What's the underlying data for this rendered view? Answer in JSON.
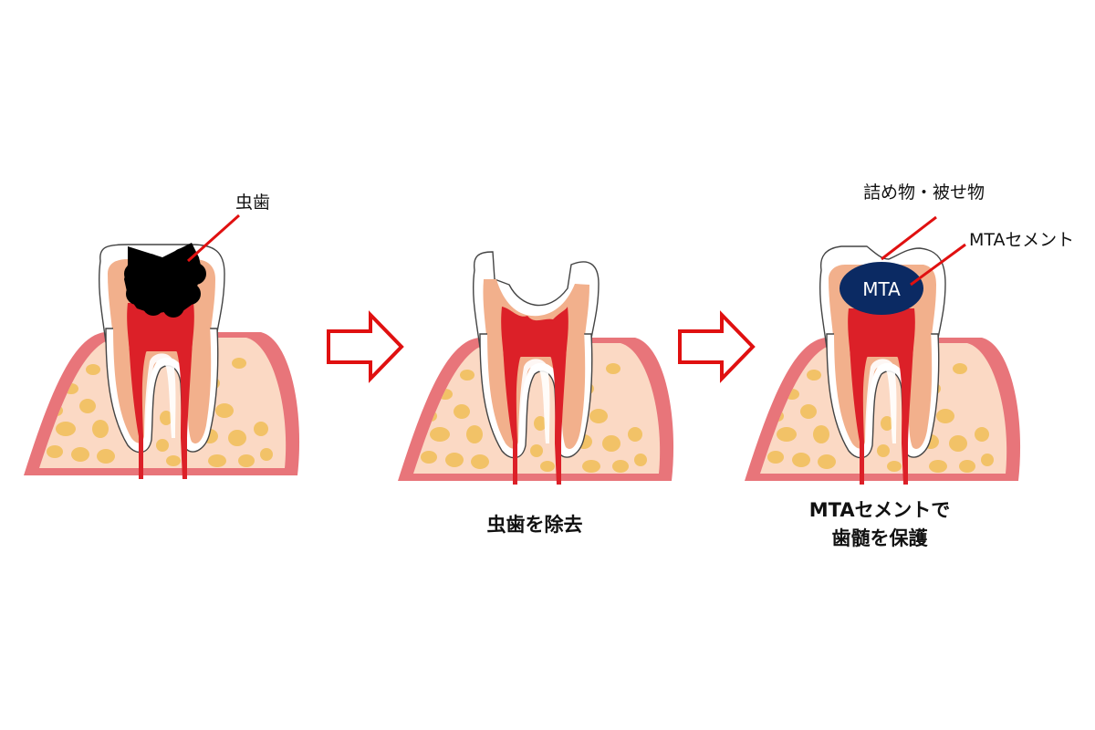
{
  "labels": {
    "caries": "虫歯",
    "filling": "詰め物・被せ物",
    "mta_cement": "MTAセメント",
    "mta_badge": "MTA"
  },
  "captions": {
    "step2": "虫歯を除去",
    "step3_line1": "MTAセメントで",
    "step3_line2": "歯髄を保護"
  },
  "colors": {
    "gum_outer": "#e8757a",
    "gum_inner": "#fbd9c4",
    "bone_spots": "#f2c267",
    "dentin": "#f2b08c",
    "pulp": "#dc2028",
    "enamel": "#ffffff",
    "caries": "#000000",
    "mta": "#0b2a63",
    "arrow": "#e01010",
    "leader": "#e01010"
  }
}
